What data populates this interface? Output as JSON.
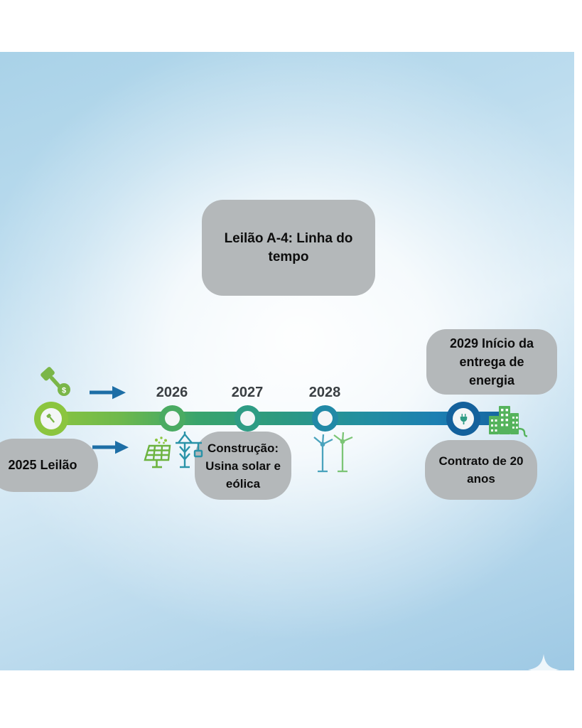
{
  "slide": {
    "title": "Leilão A-4: Linha do tempo",
    "background_top_color": "#a9d2e8",
    "background_mid_color": "#d7eaf5",
    "background_bottom_color": "#9ec9e4",
    "pill_color": "#b4b8ba",
    "accent_green": "#8bc53f",
    "accent_blue": "#14619c",
    "arrow_color": "#1d6ea6"
  },
  "timeline": {
    "bar_start_color": "#8bc53f",
    "bar_end_color": "#15639d",
    "years": [
      {
        "label": "2026",
        "name": "year-2026"
      },
      {
        "label": "2027",
        "name": "year-2027"
      },
      {
        "label": "2028",
        "name": "year-2028"
      }
    ],
    "nodes": [
      {
        "name": "node-2025",
        "icon": "gavel-icon",
        "color": "#8bc53f"
      },
      {
        "name": "node-2026",
        "icon": "milestone-dot-icon",
        "color": "#4aab62"
      },
      {
        "name": "node-2027",
        "icon": "milestone-dot-icon",
        "color": "#2e9c84"
      },
      {
        "name": "node-2028",
        "icon": "milestone-dot-icon",
        "color": "#2189a6"
      },
      {
        "name": "node-2029",
        "icon": "plug-icon",
        "color": "#14619c"
      }
    ]
  },
  "labels": {
    "auction": "2025 Leilão",
    "construction": "Construção: Usina solar e eólica",
    "delivery": "2029 Início da entrega de energia",
    "contract": "Contrato de 20 anos"
  },
  "icons": [
    {
      "name": "gavel-money-icon",
      "color": "#7ab648"
    },
    {
      "name": "solar-panel-icon",
      "color": "#6cb33f"
    },
    {
      "name": "crane-icon",
      "color": "#2a93a8"
    },
    {
      "name": "wind-turbine-icon",
      "color": "#4aa3bd"
    },
    {
      "name": "city-buildings-icon",
      "color": "#55b35c"
    },
    {
      "name": "sparkle-icon",
      "color": "#ffffff"
    },
    {
      "name": "arrow-right-icon",
      "color": "#1d6ea6"
    }
  ]
}
